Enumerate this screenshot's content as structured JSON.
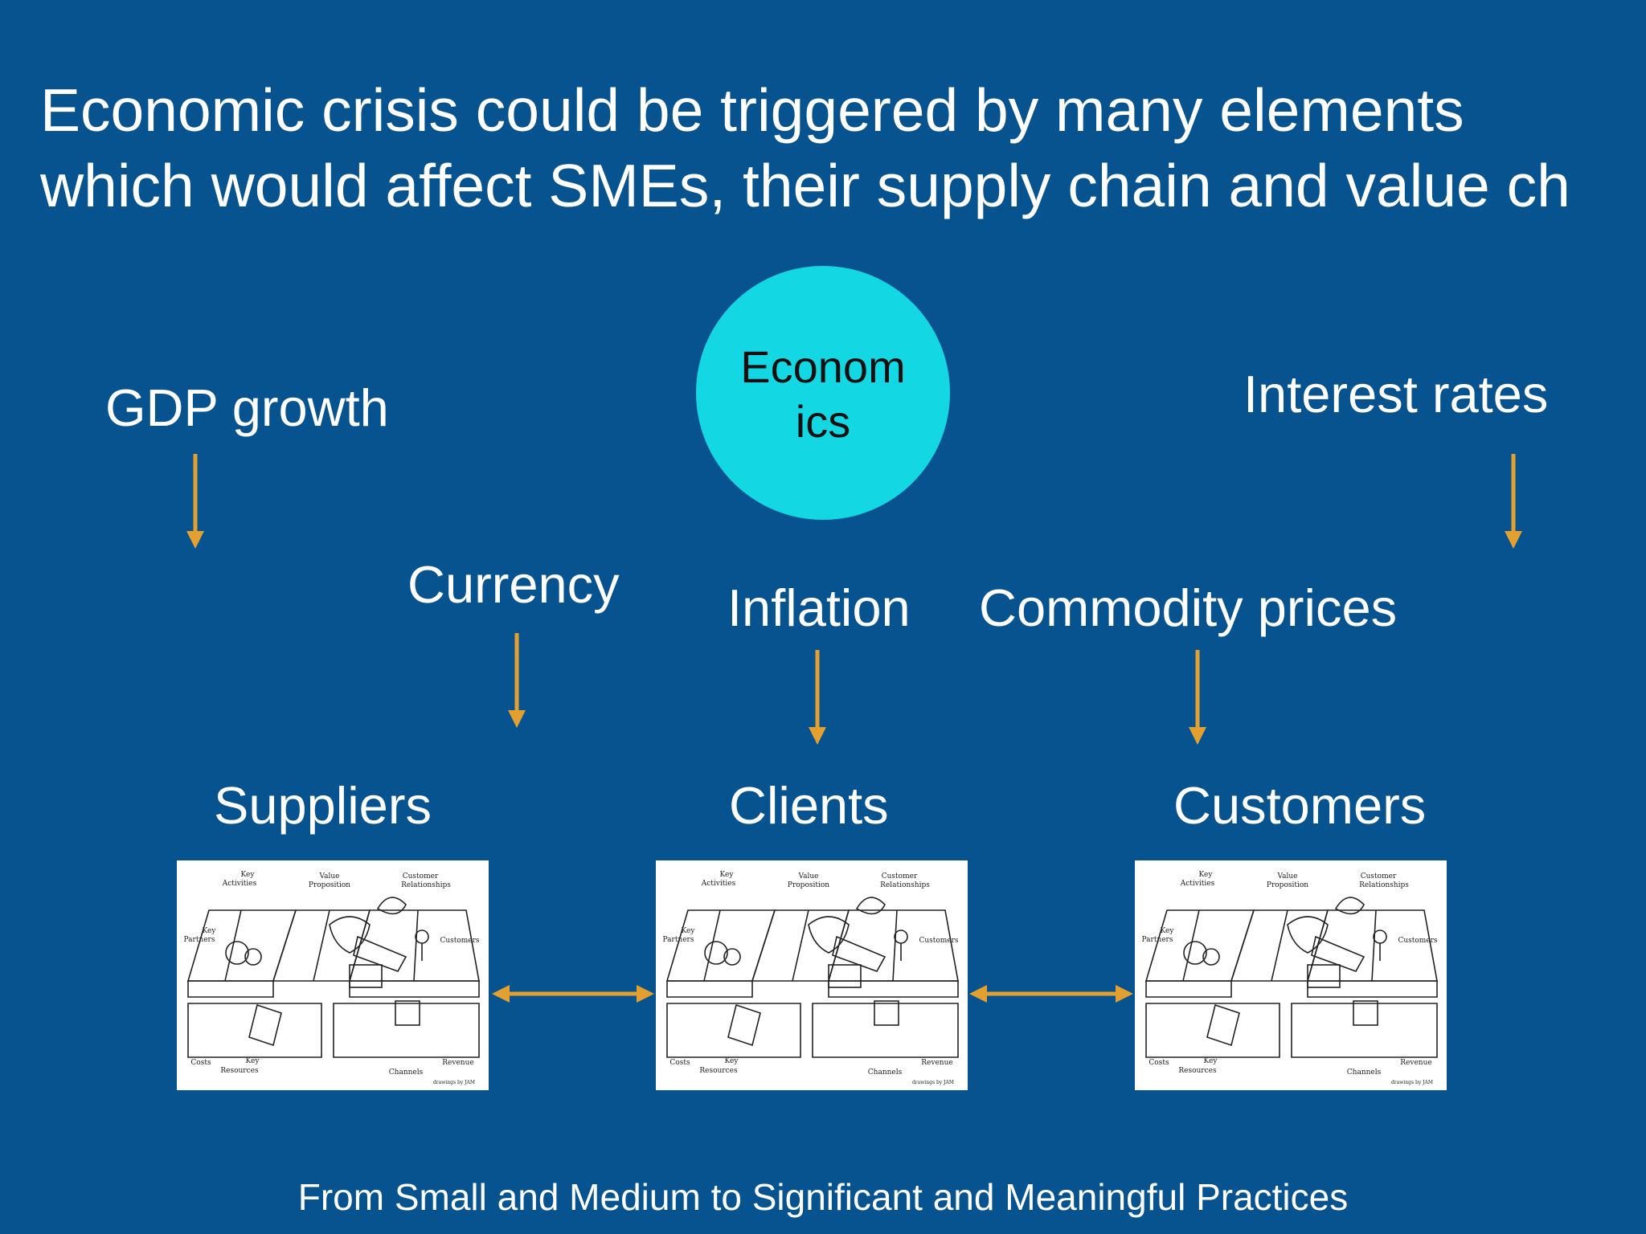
{
  "title": {
    "line1": "Economic crisis could be triggered by many elements",
    "line2": "which would affect SMEs, their supply chain and value ch"
  },
  "center": {
    "line1": "Econom",
    "line2": "ics"
  },
  "factors": {
    "gdp": "GDP growth",
    "interest": "Interest rates",
    "currency": "Currency",
    "inflation": "Inflation",
    "commodity": "Commodity prices"
  },
  "nodes": {
    "suppliers": "Suppliers",
    "clients": "Clients",
    "customers": "Customers"
  },
  "canvas_labels": {
    "key_activities_1": "Key",
    "key_activities_2": "Activities",
    "value_prop_1": "Value",
    "value_prop_2": "Proposition",
    "cust_rel_1": "Customer",
    "cust_rel_2": "Relationships",
    "key_partners_1": "Key",
    "key_partners_2": "Partners",
    "customers": "Customers",
    "costs": "Costs",
    "key_resources_1": "Key",
    "key_resources_2": "Resources",
    "channels": "Channels",
    "revenue": "Revenue",
    "credit": "drawings by JAM"
  },
  "footer": "From Small and Medium to Significant and Meaningful Practices",
  "colors": {
    "background": "#06538f",
    "arrow": "#e3a030",
    "circle": "#13d8e3"
  }
}
